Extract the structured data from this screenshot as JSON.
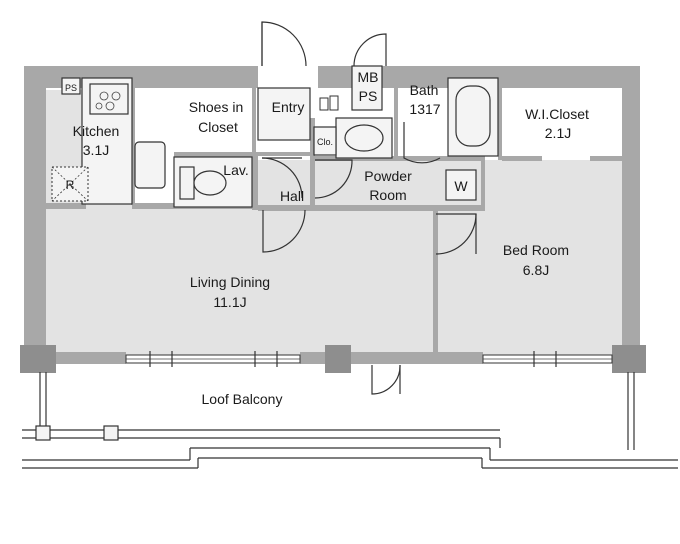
{
  "rooms": {
    "kitchen": {
      "name": "Kitchen",
      "size": "3.1J"
    },
    "shoes_closet": {
      "line1": "Shoes in",
      "line2": "Closet"
    },
    "entry": {
      "name": "Entry"
    },
    "mb_ps": {
      "line1": "MB",
      "line2": "PS"
    },
    "bath": {
      "name": "Bath",
      "size": "1317"
    },
    "wi_closet": {
      "name": "W.I.Closet",
      "size": "2.1J"
    },
    "lav": {
      "name": "Lav."
    },
    "closet_small": {
      "name": "Clo."
    },
    "powder_room": {
      "line1": "Powder",
      "line2": "Room"
    },
    "washer": {
      "name": "W"
    },
    "hall": {
      "name": "Hall"
    },
    "living_dining": {
      "name": "Living Dining",
      "size": "11.1J"
    },
    "bed_room": {
      "name": "Bed Room",
      "size": "6.8J"
    },
    "balcony": {
      "name": "Loof Balcony"
    }
  },
  "markers": {
    "ps": "PS",
    "refrigerator": "R"
  }
}
